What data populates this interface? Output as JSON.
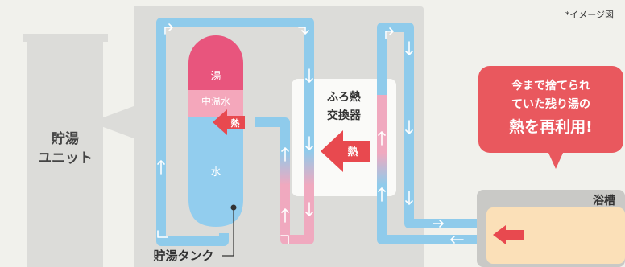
{
  "note": "*イメージ図",
  "storage_unit": {
    "line1": "貯湯",
    "line2": "ユニット"
  },
  "tank": {
    "hot_label": "湯",
    "mid_label": "中温水",
    "water_label": "水",
    "heat_label": "熱",
    "caption": "貯湯タンク"
  },
  "heat_exchanger": {
    "line1": "ふろ熱",
    "line2": "交換器",
    "heat_label": "熱"
  },
  "callout": {
    "line1": "今まで捨てられ",
    "line2": "ていた残り湯の",
    "line3": "熱を再利用!"
  },
  "bathtub": {
    "label": "浴槽"
  },
  "colors": {
    "background": "#f1f1ec",
    "panel": "#dcdcd9",
    "cold_pipe": "#8fcbeb",
    "warm_pipe": "#f0a9bf",
    "hot_water": "#e8557d",
    "mid_water": "#f4a7bb",
    "cold_water": "#92cdee",
    "heat_arrow": "#e8494f",
    "callout": "#e9585e",
    "bath_water": "#fbe0b8"
  }
}
